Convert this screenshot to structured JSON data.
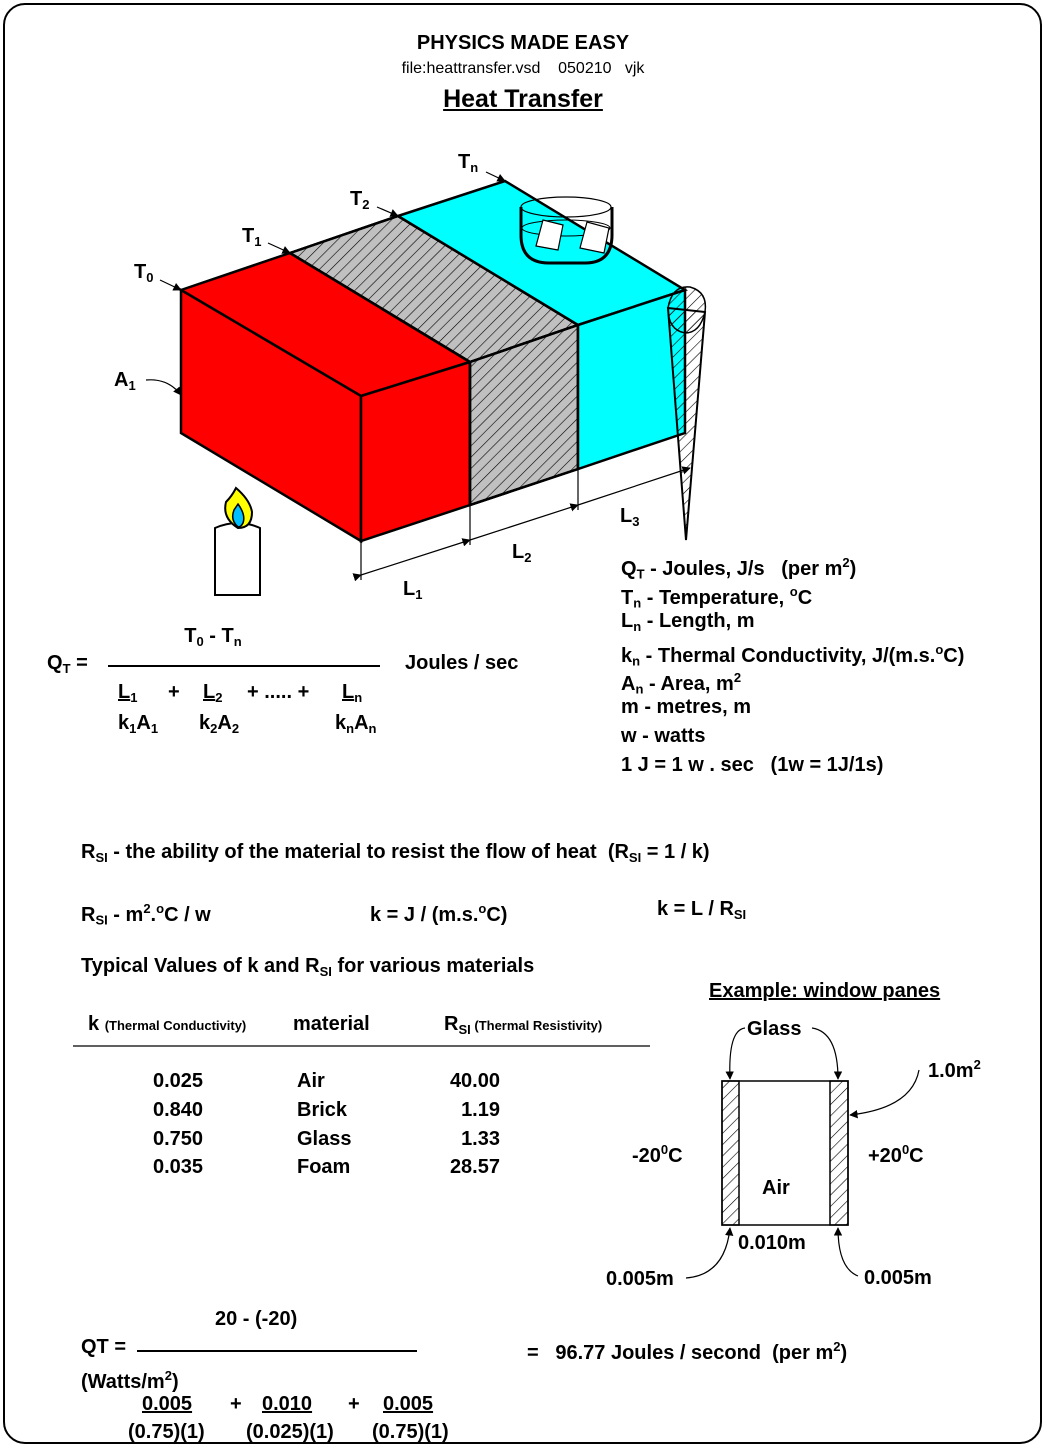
{
  "header": {
    "title": "PHYSICS MADE EASY",
    "file_line": "file:heattransfer.vsd    050210   vjk",
    "heading": "Heat Transfer"
  },
  "diagram": {
    "labels": {
      "tn": [
        {
          "t": "T"
        },
        {
          "t": "n",
          "s": "sub"
        }
      ],
      "t2": [
        {
          "t": "T"
        },
        {
          "t": "2",
          "s": "sub"
        }
      ],
      "t1": [
        {
          "t": "T"
        },
        {
          "t": "1",
          "s": "sub"
        }
      ],
      "t0": [
        {
          "t": "T"
        },
        {
          "t": "0",
          "s": "sub"
        }
      ],
      "a1": [
        {
          "t": "A"
        },
        {
          "t": "1",
          "s": "sub"
        }
      ],
      "l1": [
        {
          "t": "L"
        },
        {
          "t": "1",
          "s": "sub"
        }
      ],
      "l2": [
        {
          "t": "L"
        },
        {
          "t": "2",
          "s": "sub"
        }
      ],
      "l3": [
        {
          "t": "L"
        },
        {
          "t": "3",
          "s": "sub"
        }
      ]
    },
    "colors": {
      "layer1": "#ff0000",
      "layer2": "#c0c0c0",
      "layer3": "#00ffff",
      "flame_outer": "#ffff00",
      "flame_inner": "#00bfff"
    }
  },
  "legend": [
    [
      {
        "t": "Q"
      },
      {
        "t": "T",
        "s": "sub"
      },
      {
        "t": " - Joules, J/s   (per m"
      },
      {
        "t": "2",
        "s": "sup"
      },
      {
        "t": ")"
      }
    ],
    [
      {
        "t": "T"
      },
      {
        "t": "n",
        "s": "sub"
      },
      {
        "t": " - Temperature, "
      },
      {
        "t": "o",
        "s": "sup"
      },
      {
        "t": "C"
      }
    ],
    [
      {
        "t": "L"
      },
      {
        "t": "n",
        "s": "sub"
      },
      {
        "t": " - Length, m"
      }
    ],
    [
      {
        "t": "k"
      },
      {
        "t": "n",
        "s": "sub"
      },
      {
        "t": " - Thermal Conductivity, J/(m.s."
      },
      {
        "t": "o",
        "s": "sup"
      },
      {
        "t": "C)"
      }
    ],
    [
      {
        "t": "A"
      },
      {
        "t": "n",
        "s": "sub"
      },
      {
        "t": " - Area, m"
      },
      {
        "t": "2",
        "s": "sup"
      }
    ],
    [
      {
        "t": "m - metres, m"
      }
    ],
    [
      {
        "t": "w - watts"
      }
    ],
    [
      {
        "t": "1 J = 1 w . sec   (1w = 1J/1s)"
      }
    ]
  ],
  "formula": {
    "lhs": [
      {
        "t": "Q"
      },
      {
        "t": "T",
        "s": "sub"
      },
      {
        "t": " ="
      }
    ],
    "numerator": [
      {
        "t": "T"
      },
      {
        "t": "0",
        "s": "sub"
      },
      {
        "t": " - T"
      },
      {
        "t": "n",
        "s": "sub"
      }
    ],
    "units": "Joules / sec",
    "den_top": [
      [
        {
          "t": "L",
          "s": "u"
        },
        {
          "t": "1",
          "s": "sub"
        }
      ],
      [
        {
          "t": "+"
        }
      ],
      [
        {
          "t": "L",
          "s": "u"
        },
        {
          "t": "2",
          "s": "sub"
        }
      ],
      [
        {
          "t": "+ ..... +"
        }
      ],
      [
        {
          "t": "L",
          "s": "u"
        },
        {
          "t": "n",
          "s": "sub"
        }
      ]
    ],
    "den_bottom": [
      [
        {
          "t": "k"
        },
        {
          "t": "1",
          "s": "sub"
        },
        {
          "t": "A"
        },
        {
          "t": "1",
          "s": "sub"
        }
      ],
      [
        {
          "t": "k"
        },
        {
          "t": "2",
          "s": "sub"
        },
        {
          "t": "A"
        },
        {
          "t": "2",
          "s": "sub"
        }
      ],
      [
        {
          "t": "k"
        },
        {
          "t": "n",
          "s": "sub"
        },
        {
          "t": "A"
        },
        {
          "t": "n",
          "s": "sub"
        }
      ]
    ]
  },
  "resistance": {
    "definition": [
      {
        "t": "R"
      },
      {
        "t": "SI",
        "s": "sub"
      },
      {
        "t": " - the ability of the material to resist the flow of heat  (R"
      },
      {
        "t": "SI",
        "s": "sub"
      },
      {
        "t": " = 1 / k)"
      }
    ],
    "units_rsi": [
      {
        "t": "R"
      },
      {
        "t": "SI",
        "s": "sub"
      },
      {
        "t": " - m"
      },
      {
        "t": "2",
        "s": "sup"
      },
      {
        "t": "."
      },
      {
        "t": "o",
        "s": "sup"
      },
      {
        "t": "C / w"
      }
    ],
    "units_k": [
      {
        "t": "k = J / (m.s."
      },
      {
        "t": "o",
        "s": "sup"
      },
      {
        "t": "C)"
      }
    ],
    "k_relation": [
      {
        "t": "k = L / R"
      },
      {
        "t": "SI",
        "s": "sub"
      }
    ],
    "table_title": [
      {
        "t": "Typical Values of k and R"
      },
      {
        "t": "SI",
        "s": "sub"
      },
      {
        "t": " for various materials"
      }
    ]
  },
  "table": {
    "headers": {
      "k": [
        {
          "t": "k "
        },
        {
          "t": "(Thermal Conductivity)",
          "s": "sm"
        }
      ],
      "material": [
        {
          "t": "material"
        }
      ],
      "rsi": [
        {
          "t": "R"
        },
        {
          "t": "SI",
          "s": "sub"
        },
        {
          "t": " (Thermal Resistivity)",
          "s": "sm"
        }
      ]
    },
    "rows": [
      {
        "k": "0.025",
        "material": "Air",
        "rsi": "40.00"
      },
      {
        "k": "0.840",
        "material": "Brick",
        "rsi": "1.19"
      },
      {
        "k": "0.750",
        "material": "Glass",
        "rsi": "1.33"
      },
      {
        "k": "0.035",
        "material": "Foam",
        "rsi": "28.57"
      }
    ]
  },
  "example": {
    "title": "Example: window panes",
    "glass": "Glass",
    "area": [
      {
        "t": "1.0m"
      },
      {
        "t": "2",
        "s": "sup"
      }
    ],
    "cold": [
      {
        "t": "-20"
      },
      {
        "t": "0",
        "s": "sup"
      },
      {
        "t": "C"
      }
    ],
    "hot": [
      {
        "t": "+20"
      },
      {
        "t": "0",
        "s": "sup"
      },
      {
        "t": "C"
      }
    ],
    "air": "Air",
    "gap": "0.010m",
    "pane_left": "0.005m",
    "pane_right": "0.005m"
  },
  "calculation": {
    "numerator": "20 - (-20)",
    "lhs": "QT =",
    "units": [
      {
        "t": "(Watts/m"
      },
      {
        "t": "2",
        "s": "sup"
      },
      {
        "t": ")"
      }
    ],
    "terms_top": [
      "0.005",
      "+",
      "0.010",
      "+",
      "0.005"
    ],
    "terms_bottom": [
      "(0.75)(1)",
      "(0.025)(1)",
      "(0.75)(1)"
    ],
    "result": [
      {
        "t": "=   96.77 Joules / second  (per m"
      },
      {
        "t": "2",
        "s": "sup"
      },
      {
        "t": ")"
      }
    ]
  }
}
